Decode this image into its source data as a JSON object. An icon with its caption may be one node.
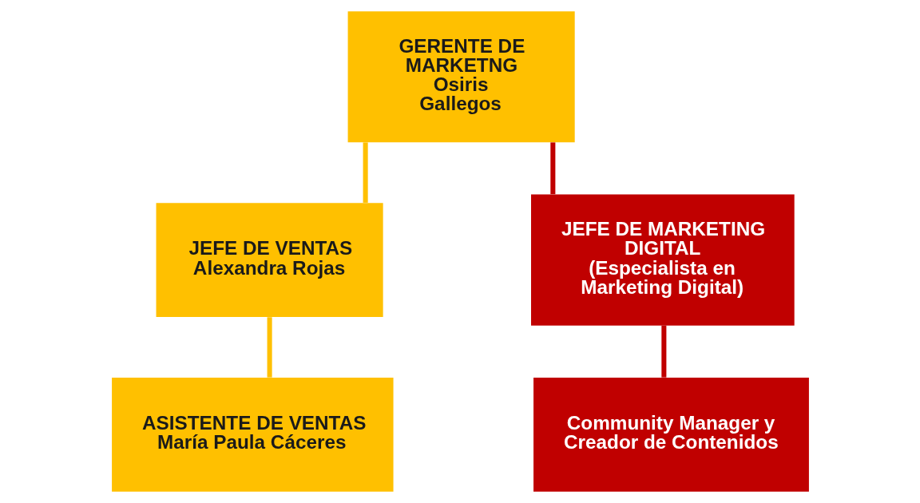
{
  "diagram": {
    "nodes": [
      {
        "text": [
          "GERENTE DE MARKETNG",
          "Osiris Gallegos"
        ]
      },
      {
        "text": [
          "JEFE DE VENTAS",
          "Alexandra Rojas"
        ]
      },
      {
        "text": [
          "JEFE DE MARKETING DIGITAL",
          "(Especialista en Marketing Digital)"
        ]
      },
      {
        "text": [
          "ASISTENTE DE VENTAS",
          "María Paula Cáceres"
        ]
      },
      {
        "text": [
          "Community Manager y Creador de Contenidos"
        ]
      }
    ],
    "edges": [
      {
        "from": 0,
        "to": 1,
        "arrow": "none",
        "color": "#ffc000"
      },
      {
        "from": 0,
        "to": 2,
        "arrow": "none",
        "color": "#c00000"
      },
      {
        "from": 1,
        "to": 3,
        "arrow": "none",
        "color": "#ffc000"
      },
      {
        "from": 2,
        "to": 4,
        "arrow": "none",
        "color": "#c00000"
      }
    ]
  }
}
